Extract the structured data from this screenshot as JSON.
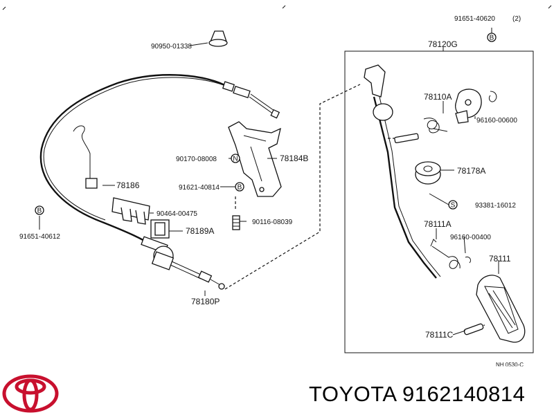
{
  "parts": {
    "p90950": "90950-01338",
    "p91651a": "91651-40620",
    "p91651a_qty": "(2)",
    "p78120G": "78120G",
    "p78110A": "78110A",
    "p96160a": "96160-00600",
    "p78178A": "78178A",
    "p93381": "93381-16012",
    "p78111A": "78111A",
    "p96160b": "96160-00400",
    "p78111": "78111",
    "p78111C": "78111C",
    "p90170": "90170-08008",
    "p78184B": "78184B",
    "p91621": "91621-40814",
    "p90116": "90116-08039",
    "p78186": "78186",
    "p90464": "90464-00475",
    "p78189A": "78189A",
    "p91651b": "91651-40612",
    "p78180P": "78180P",
    "sheet_code": "NH 0530-C"
  },
  "markers": {
    "bolt": "B",
    "nut": "N",
    "screw": "S"
  },
  "footer": {
    "brand_part": "TOYOTA 9162140814"
  },
  "colors": {
    "logo": "#c8102e",
    "ink": "#111111"
  }
}
